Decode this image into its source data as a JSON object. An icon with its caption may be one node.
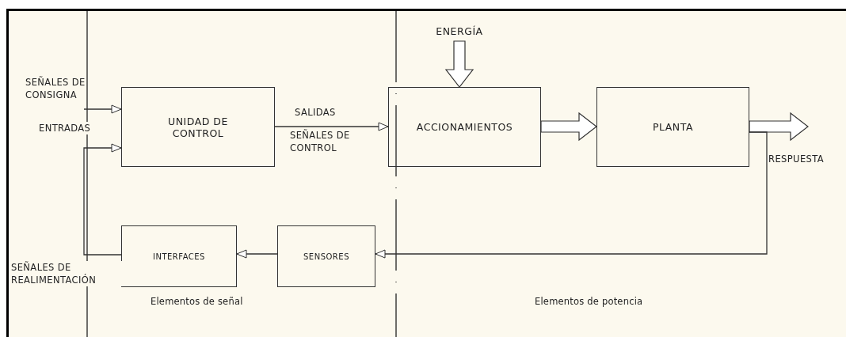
{
  "diagram": {
    "nodes": [
      {
        "text": [
          "UNIDAD DE CONTROL"
        ]
      },
      {
        "text": [
          "ACCIONAMIENTOS"
        ]
      },
      {
        "text": [
          "PLANTA"
        ]
      },
      {
        "text": [
          "INTERFACES"
        ]
      },
      {
        "text": [
          "SENSORES"
        ]
      },
      {
        "text": [
          "ENERGÍA"
        ]
      }
    ],
    "edges": [
      {
        "from": null,
        "to": 0,
        "arrow": "to"
      },
      {
        "from": 3,
        "to": 0,
        "arrow": "to"
      },
      {
        "from": 0,
        "to": 1,
        "arrow": "to"
      },
      {
        "from": 5,
        "to": 1,
        "arrow": "to",
        "style": "thick"
      },
      {
        "from": 1,
        "to": 2,
        "arrow": "to",
        "style": "thick"
      },
      {
        "from": 2,
        "to": null,
        "arrow": "to",
        "style": "thick"
      },
      {
        "from": 2,
        "to": 4,
        "arrow": "to"
      },
      {
        "from": 4,
        "to": 3,
        "arrow": "to"
      }
    ],
    "labels": [
      "SEÑALES DE CONSIGNA",
      "ENTRADAS",
      "SALIDAS",
      "SEÑALES DE CONTROL",
      "RESPUESTA",
      "SEÑALES DE REALIMENTACIÓN",
      "Elementos de señal",
      "Elementos de potencia"
    ]
  }
}
